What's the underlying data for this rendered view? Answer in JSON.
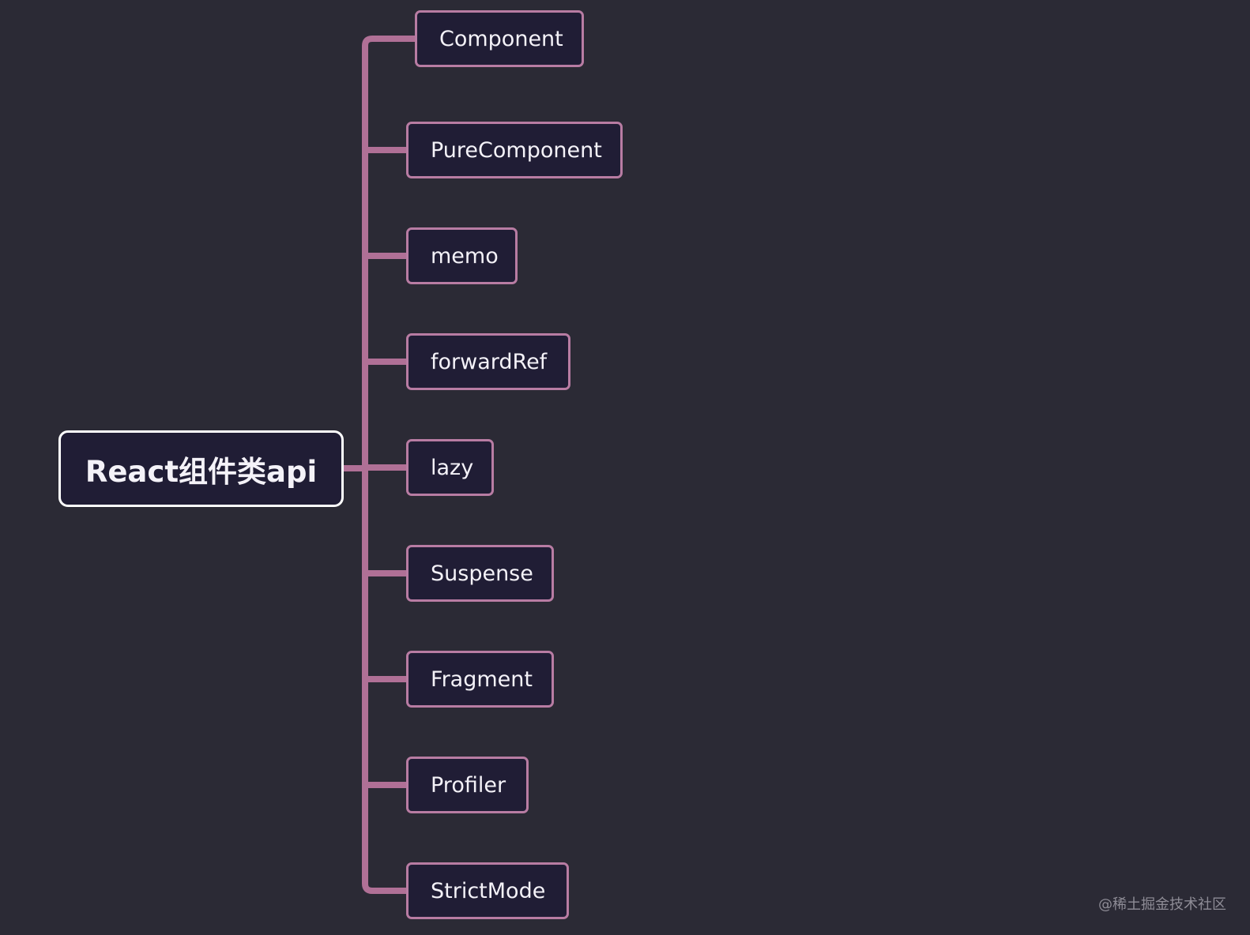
{
  "diagram": {
    "root": {
      "label": "React组件类api"
    },
    "children": [
      {
        "label": "Component"
      },
      {
        "label": "PureComponent"
      },
      {
        "label": "memo"
      },
      {
        "label": "forwardRef"
      },
      {
        "label": "lazy"
      },
      {
        "label": "Suspense"
      },
      {
        "label": "Fragment"
      },
      {
        "label": "Profiler"
      },
      {
        "label": "StrictMode"
      }
    ],
    "connector_color": "#b07096",
    "node_border_color": "#b87ca3",
    "node_fill_color": "#201d35",
    "root_border_color": "#ffffff"
  },
  "watermark": "@稀土掘金技术社区"
}
